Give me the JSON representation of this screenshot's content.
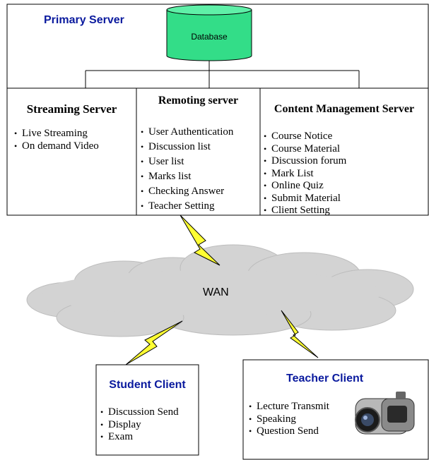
{
  "primary_server": {
    "title": "Primary Server",
    "database_label": "Database"
  },
  "servers": [
    {
      "title": "Streaming Server",
      "items": [
        "Live Streaming",
        "On demand Video"
      ]
    },
    {
      "title": "Remoting server",
      "items": [
        "User Authentication",
        "Discussion list",
        "User list",
        "Marks list",
        "Checking Answer",
        "Teacher Setting"
      ]
    },
    {
      "title": "Content Management Server",
      "items": [
        "Course Notice",
        "Course Material",
        "Discussion forum",
        "Mark List",
        "Online Quiz",
        "Submit Material",
        "Client Setting"
      ]
    }
  ],
  "network": {
    "label": "WAN"
  },
  "student_client": {
    "title": "Student Client",
    "items": [
      "Discussion Send",
      "Display",
      "Exam"
    ]
  },
  "teacher_client": {
    "title": "Teacher Client",
    "items": [
      "Lecture Transmit",
      "Speaking",
      "Question Send"
    ]
  },
  "colors": {
    "title_blue": "#0a1a9e",
    "database_fill": "#33dd88",
    "cloud_fill": "#d3d3d3",
    "lightning_fill": "#ffff33"
  },
  "icons": {
    "database": "database-cylinder-icon",
    "cloud": "cloud-icon",
    "lightning": "lightning-bolt-icon",
    "camera": "video-camera-icon"
  }
}
